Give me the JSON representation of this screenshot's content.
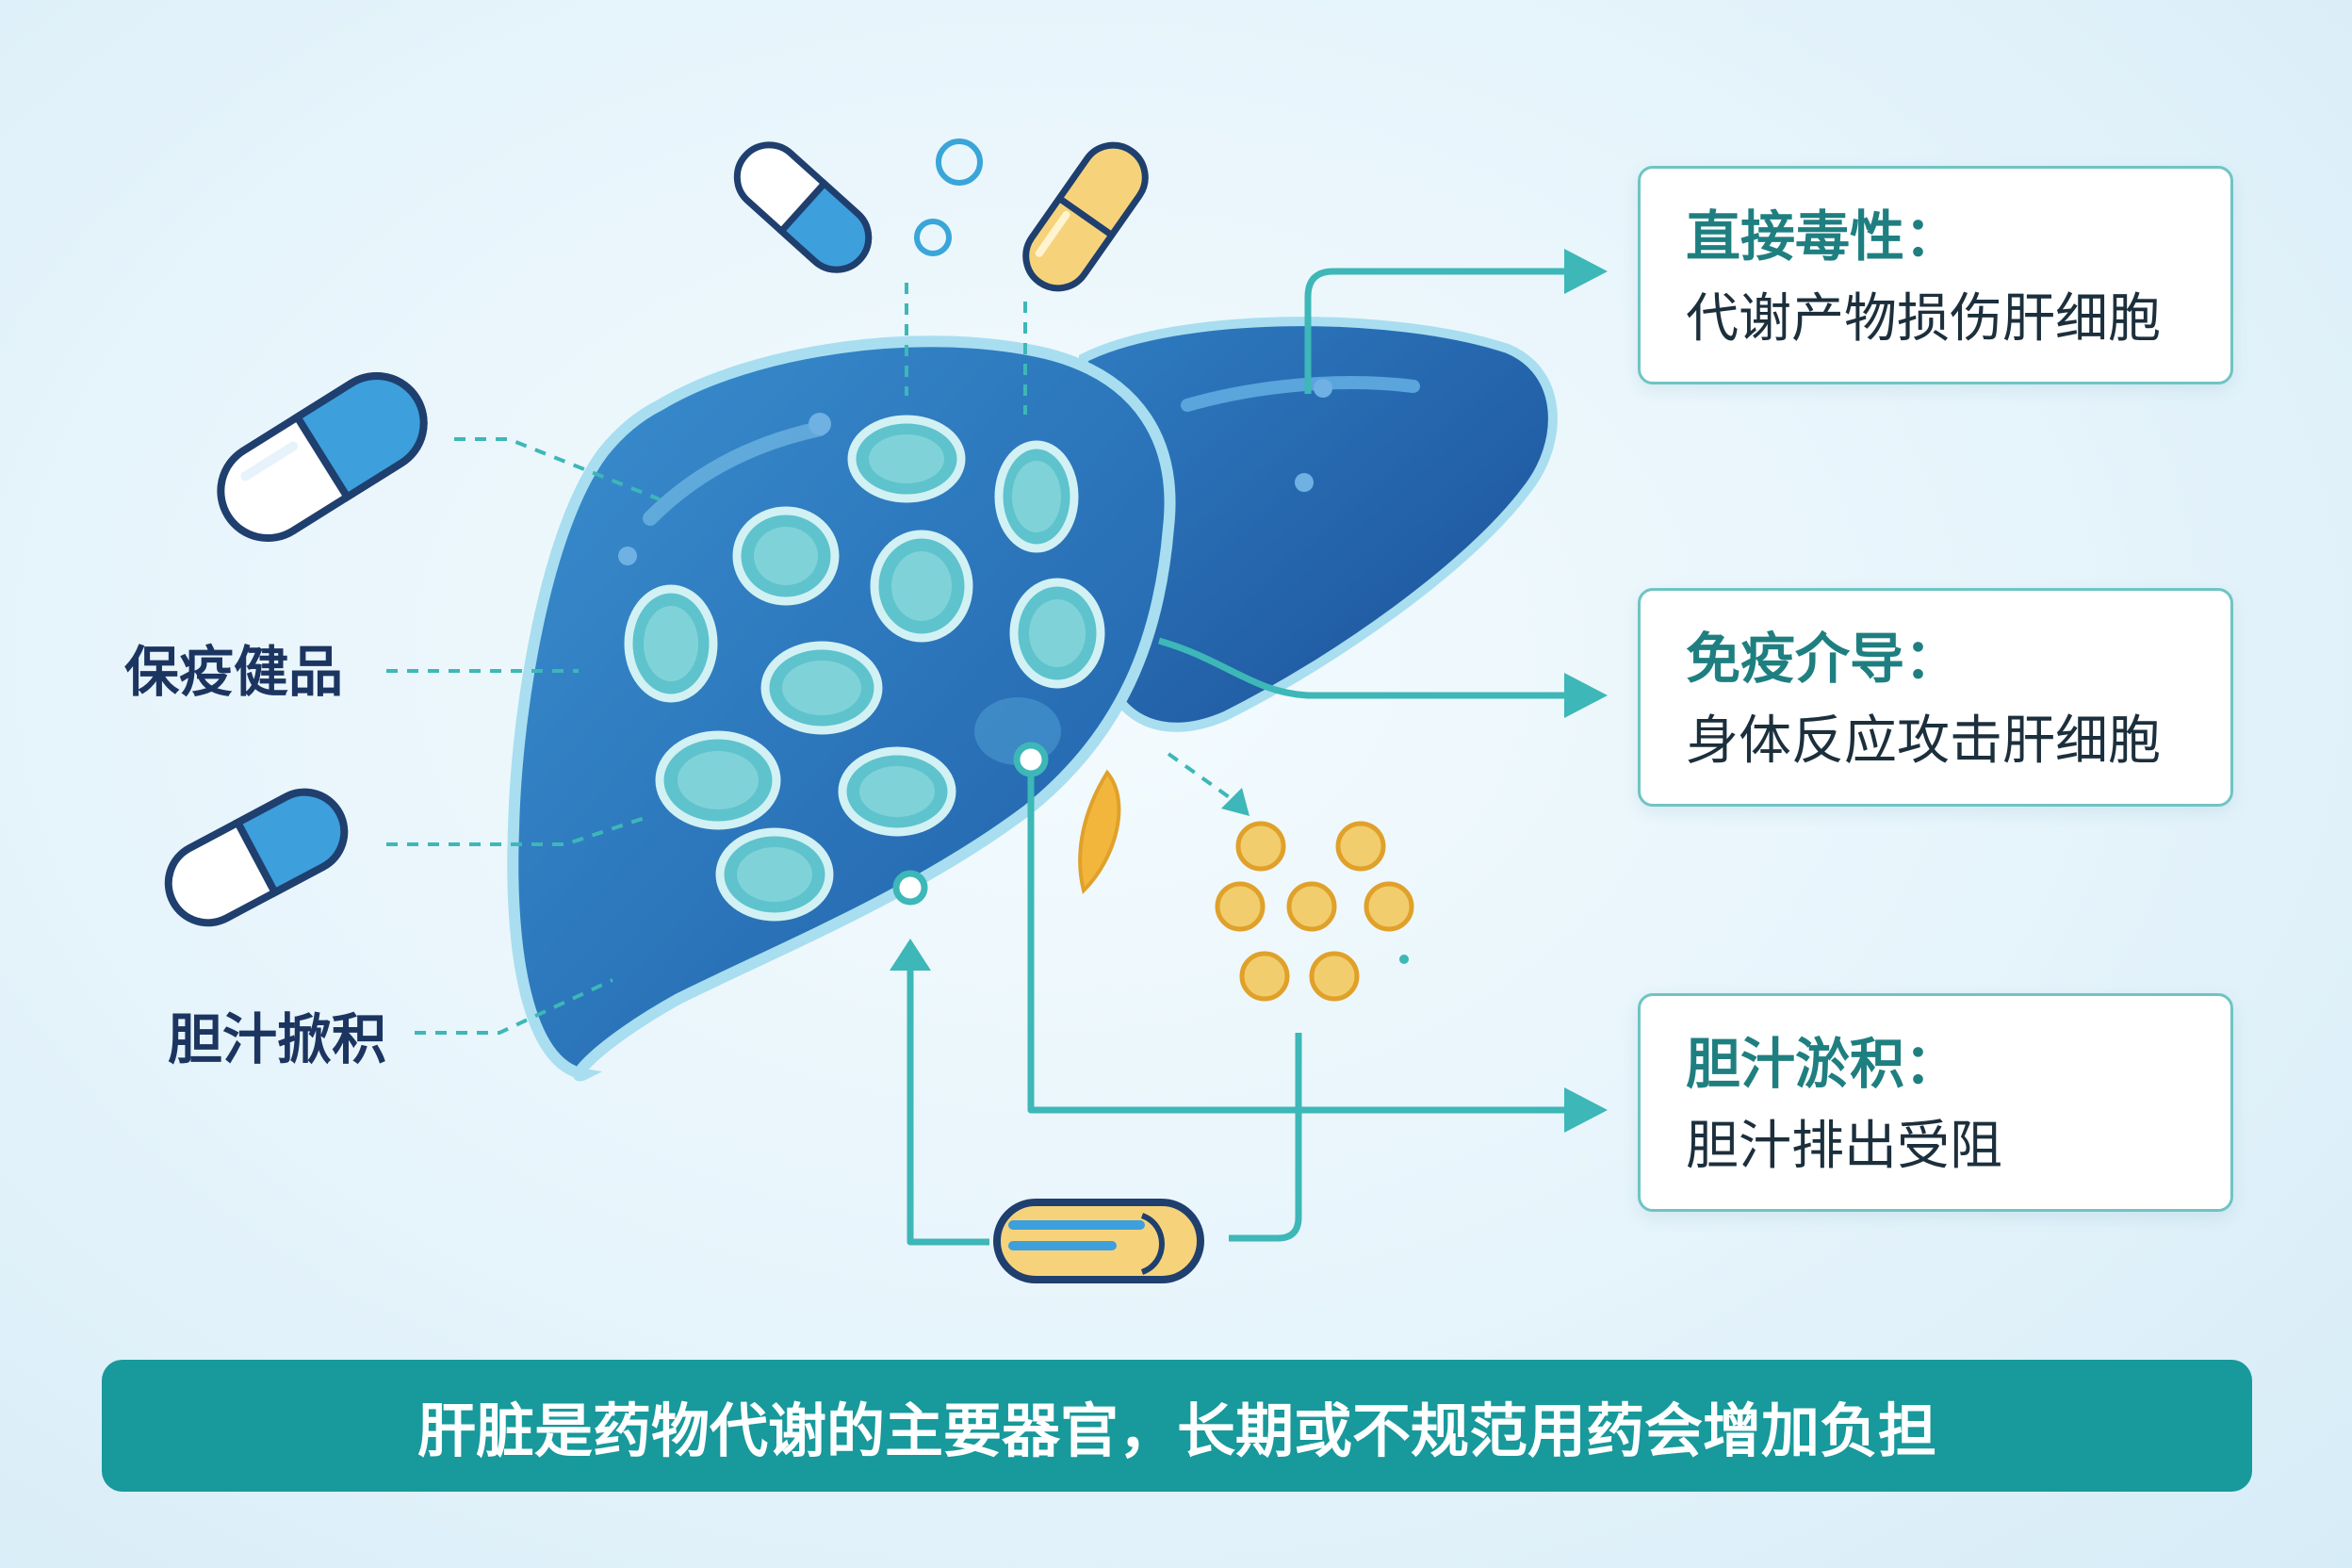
{
  "cards": [
    {
      "title": "直接毒性：",
      "desc": "代谢产物损伤肝细胞"
    },
    {
      "title": "免疫介导：",
      "desc": "身体反应攻击肝细胞"
    },
    {
      "title": "胆汁淤积：",
      "desc": "胆汁排出受阻"
    }
  ],
  "side_labels": {
    "supplements": "保疫健品",
    "bile": "胆汁掀积"
  },
  "banner": "肝脏是药物代谢的主要器官，长期或不规范用药会增加负担",
  "colors": {
    "liver": "#2a6fb3",
    "hepatocyte": "#5ec3cc",
    "connector": "#3db7b7",
    "banner": "#18999b",
    "bile": "#f1cd6e"
  }
}
